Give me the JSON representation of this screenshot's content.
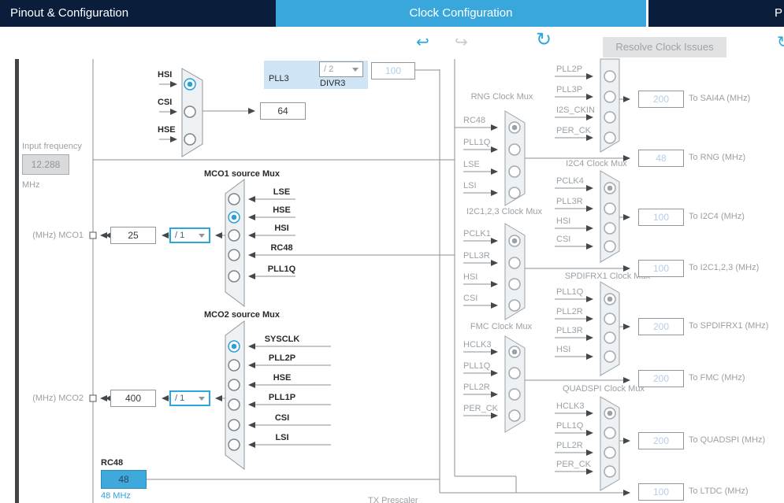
{
  "tabs": {
    "pinout": "Pinout & Configuration",
    "clock": "Clock Configuration",
    "project_partial": "P"
  },
  "toolbar": {
    "undo_icon": "↩",
    "redo_icon": "↪",
    "refresh_icon": "↻",
    "partial_icon": "↻",
    "resolve": "Resolve Clock Issues"
  },
  "colors": {
    "accent_blue": "#3aa7dc",
    "navy": "#0a1e3c",
    "inactive_gray": "#9aa0a5",
    "wire_gray": "#8b9297",
    "pale_value_blue": "#b5cde8"
  },
  "input_frequency": {
    "label": "Input frequency",
    "value": "12.288",
    "unit": "MHz"
  },
  "pll3": {
    "label": "PLL3",
    "divider_label": "DIVR3",
    "divider_value": "/ 2",
    "output": "100"
  },
  "muxes": {
    "sys": {
      "inputs": [
        "HSI",
        "CSI",
        "HSE"
      ],
      "output": "64"
    },
    "mco1": {
      "title": "MCO1 source Mux",
      "inputs": [
        "LSE",
        "HSE",
        "HSI",
        "RC48",
        "PLL1Q"
      ],
      "divider": "/ 1",
      "output": "25",
      "pin": "(MHz) MCO1"
    },
    "mco2": {
      "title": "MCO2 source Mux",
      "inputs": [
        "SYSCLK",
        "PLL2P",
        "HSE",
        "PLL1P",
        "CSI",
        "LSI"
      ],
      "divider": "/ 1",
      "output": "400",
      "pin": "(MHz) MCO2"
    },
    "sai4a": {
      "inputs": [
        "PLL2P",
        "PLL3P",
        "I2S_CKIN",
        "PER_CK"
      ]
    },
    "rng": {
      "title": "RNG Clock Mux",
      "inputs": [
        "RC48",
        "PLL1Q",
        "LSE",
        "LSI"
      ]
    },
    "i2c123": {
      "title": "I2C1,2,3 Clock Mux",
      "inputs": [
        "PCLK1",
        "PLL3R",
        "HSI",
        "CSI"
      ]
    },
    "fmc": {
      "title": "FMC Clock Mux",
      "inputs": [
        "HCLK3",
        "PLL1Q",
        "PLL2R",
        "PER_CK"
      ]
    },
    "i2c4": {
      "title": "I2C4 Clock Mux",
      "inputs": [
        "PCLK4",
        "PLL3R",
        "HSI",
        "CSI"
      ]
    },
    "spdifrx1": {
      "title": "SPDIFRX1 Clock Mux",
      "inputs": [
        "PLL1Q",
        "PLL2R",
        "PLL3R",
        "HSI"
      ]
    },
    "quadspi": {
      "title": "QUADSPI Clock Mux",
      "inputs": [
        "HCLK3",
        "PLL1Q",
        "PLL2R",
        "PER_CK"
      ]
    }
  },
  "rc48": {
    "label": "RC48",
    "value": "48",
    "freq": "48 MHz"
  },
  "outputs": [
    {
      "value": "200",
      "label": "To SAI4A (MHz)"
    },
    {
      "value": "48",
      "label": "To RNG (MHz)"
    },
    {
      "value": "100",
      "label": "To I2C4 (MHz)"
    },
    {
      "value": "100",
      "label": "To I2C1,2,3 (MHz)"
    },
    {
      "value": "200",
      "label": "To SPDIFRX1 (MHz)"
    },
    {
      "value": "200",
      "label": "To FMC (MHz)"
    },
    {
      "value": "200",
      "label": "To QUADSPI (MHz)"
    },
    {
      "value": "100",
      "label": "To LTDC (MHz)"
    }
  ],
  "bottom_partial": "TX Prescaler"
}
